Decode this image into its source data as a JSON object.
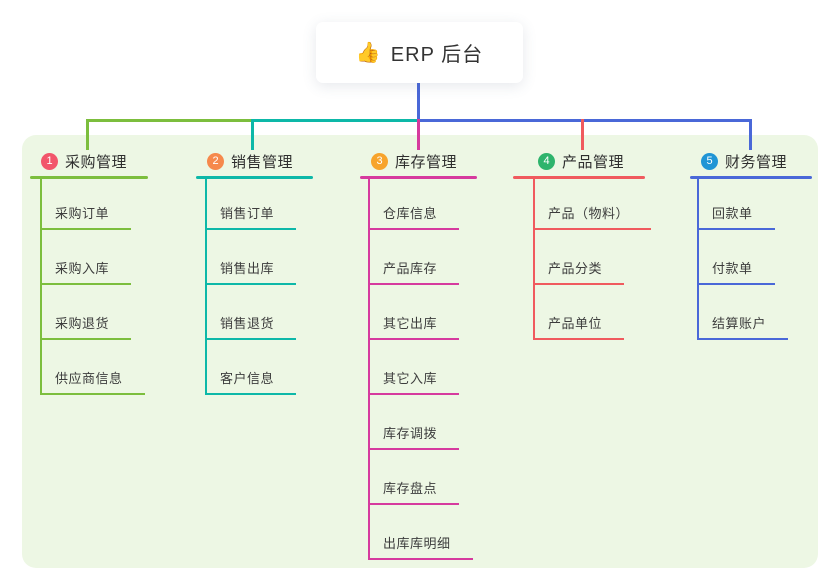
{
  "root": {
    "icon": "thumbs-up-icon",
    "emoji": "👍",
    "label": "ERP 后台",
    "line_color": "#4a68d8"
  },
  "panel": {
    "bg_color": "#edf7e4"
  },
  "branches": [
    {
      "number": "1",
      "label": "采购管理",
      "color": "#7cbe3d",
      "badge_color": "#f2566b",
      "items": [
        "采购订单",
        "采购入库",
        "采购退货",
        "供应商信息"
      ]
    },
    {
      "number": "2",
      "label": "销售管理",
      "color": "#0db8a8",
      "badge_color": "#f6894c",
      "items": [
        "销售订单",
        "销售出库",
        "销售退货",
        "客户信息"
      ]
    },
    {
      "number": "3",
      "label": "库存管理",
      "color": "#d63a9e",
      "badge_color": "#f7a42c",
      "items": [
        "仓库信息",
        "产品库存",
        "其它出库",
        "其它入库",
        "库存调拨",
        "库存盘点",
        "出库库明细"
      ]
    },
    {
      "number": "4",
      "label": "产品管理",
      "color": "#f05a5e",
      "badge_color": "#2eb46c",
      "items": [
        "产品（物料）",
        "产品分类",
        "产品单位"
      ]
    },
    {
      "number": "5",
      "label": "财务管理",
      "color": "#4a68d8",
      "badge_color": "#2095d5",
      "items": [
        "回款单",
        "付款单",
        "结算账户"
      ]
    }
  ]
}
